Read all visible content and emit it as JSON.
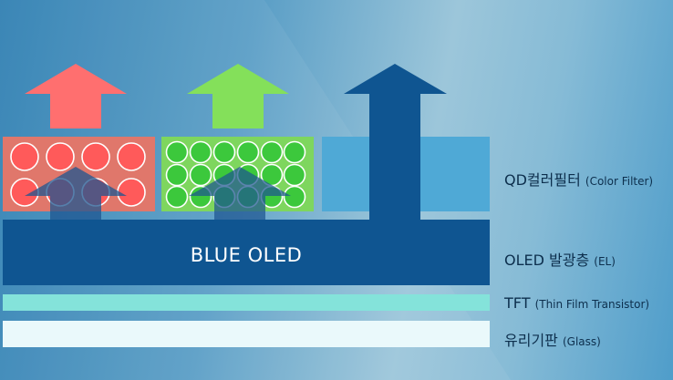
{
  "oled_bar_label": "BLUE OLED",
  "layers": [
    {
      "name": "QD컬러필터",
      "english": "(Color Filter)"
    },
    {
      "name": "OLED 발광층",
      "english": "(EL)"
    },
    {
      "name": "TFT",
      "english": "(Thin Film Transistor)"
    },
    {
      "name": "유리기판",
      "english": "(Glass)"
    }
  ],
  "colors": {
    "red": "#ff6b6b",
    "green": "#7ee05a",
    "dark_blue": "#0f5591",
    "tft": "#84e3da",
    "glass": "#eaf9fb"
  }
}
